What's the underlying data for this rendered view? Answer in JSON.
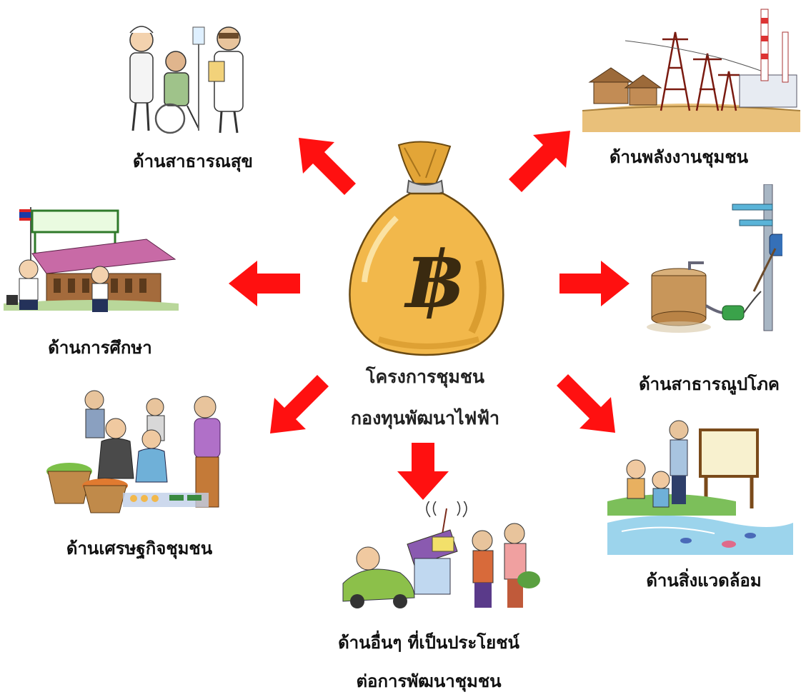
{
  "center": {
    "line1": "โครงการชุมชน",
    "line2": "กองทุนพัฒนาไฟฟ้า",
    "icon": "baht-money-bag-icon"
  },
  "branches": {
    "health": {
      "label": "ด้านสาธารณสุข",
      "icon": "hospital-care-icon"
    },
    "energy": {
      "label": "ด้านพลังงานชุมชน",
      "icon": "power-plant-icon"
    },
    "education": {
      "label": "ด้านการศึกษา",
      "icon": "school-icon"
    },
    "utilities": {
      "label": "ด้านสาธารณูปโภค",
      "icon": "water-pump-icon"
    },
    "economy": {
      "label": "ด้านเศรษฐกิจชุมชน",
      "icon": "market-icon"
    },
    "environment": {
      "label": "ด้านสิ่งแวดล้อม",
      "icon": "river-sign-icon"
    },
    "other": {
      "label_line1": "ด้านอื่นๆ ที่เป็นประโยชน์",
      "label_line2": "ต่อการพัฒนาชุมชน",
      "icon": "village-life-icon"
    }
  },
  "colors": {
    "arrow": "#ff1010",
    "bag": "#f2b84b",
    "bag_dark": "#c98a1e"
  }
}
